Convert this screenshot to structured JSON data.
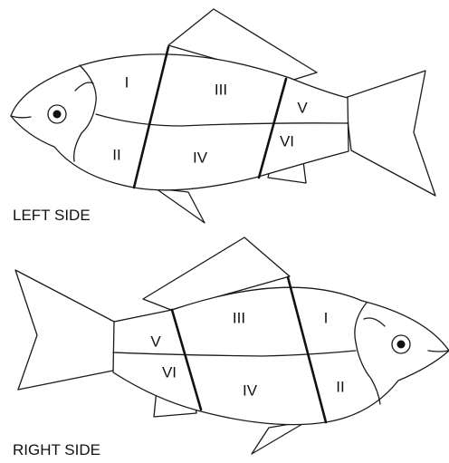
{
  "left_fish": {
    "caption": "LEFT SIDE",
    "zones": [
      "I",
      "II",
      "III",
      "IV",
      "V",
      "VI"
    ]
  },
  "right_fish": {
    "caption": "RIGHT SIDE",
    "zones": [
      "I",
      "II",
      "III",
      "IV",
      "V",
      "VI"
    ]
  },
  "colors": {
    "line": "#1a1a1a",
    "background": "#ffffff"
  }
}
